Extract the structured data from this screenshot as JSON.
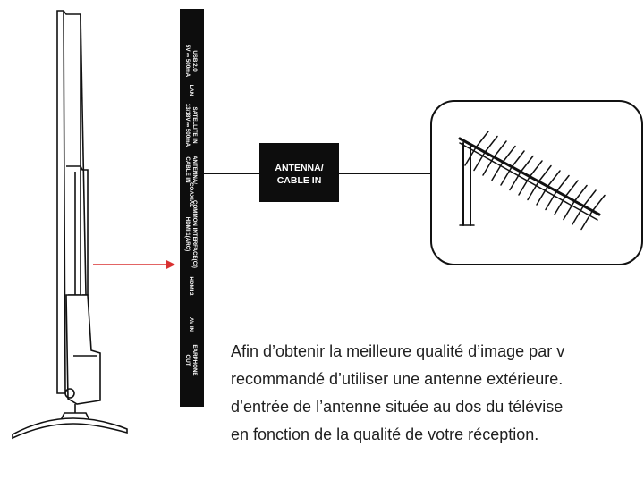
{
  "ports": [
    {
      "id": "usb",
      "line1": "USB 2.0",
      "line2": "5V ⎓ 500mA"
    },
    {
      "id": "lan",
      "line1": "LAN",
      "line2": ""
    },
    {
      "id": "satellite",
      "line1": "SATELLITE IN",
      "line2": "13/18V ⎓ 500mA"
    },
    {
      "id": "antenna",
      "line1": "ANTENNA/",
      "line2": "CABLE IN"
    },
    {
      "id": "coaxial",
      "line1": "COAXIAL",
      "line2": ""
    },
    {
      "id": "ci",
      "line1": "COMMON INTERFACE(CI)",
      "line2": "HDMI 1(ARC)"
    },
    {
      "id": "hdmi2",
      "line1": "HDMI 2",
      "line2": ""
    },
    {
      "id": "avin",
      "line1": "AV IN",
      "line2": ""
    },
    {
      "id": "earphone",
      "line1": "EARPHONE",
      "line2": "OUT"
    }
  ],
  "connector_label": {
    "line1": "ANTENNA/",
    "line2": "CABLE IN"
  },
  "description": [
    "Afin d’obtenir la meilleure qualité d’image par v",
    "recommandé d’utiliser une antenne extérieure.",
    "d’entrée de l’antenne située au dos du télévise",
    "en fonction de la qualité de votre réception."
  ],
  "icons": [
    "tv-side-view-icon",
    "outdoor-antenna-icon",
    "arrow-right-icon"
  ],
  "colors": {
    "arrow": "#d93030",
    "panel": "#0d0d0d",
    "text": "#1f1f1f"
  }
}
